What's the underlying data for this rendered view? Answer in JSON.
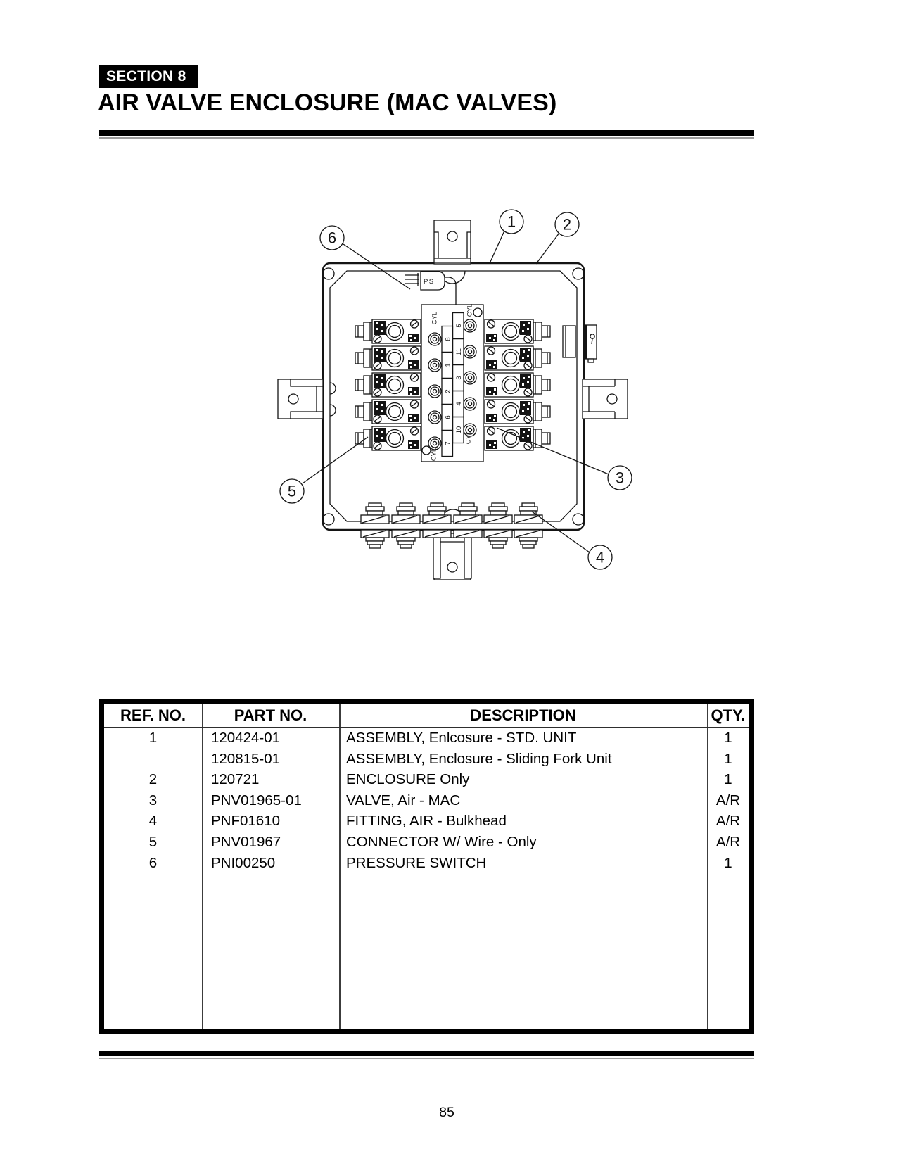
{
  "header": {
    "section_badge": "SECTION 8",
    "title": "AIR VALVE ENCLOSURE (MAC VALVES)"
  },
  "diagram": {
    "callouts": [
      "1",
      "2",
      "3",
      "4",
      "5",
      "6"
    ],
    "labels": {
      "pressure_switch": "P.S",
      "cyl": "CYL"
    },
    "port_numbers_left": [
      "8",
      "1",
      "2",
      "6",
      "7"
    ],
    "port_numbers_right": [
      "5",
      "11",
      "3",
      "4",
      "10"
    ]
  },
  "table": {
    "headers": [
      "REF. NO.",
      "PART NO.",
      "DESCRIPTION",
      "QTY."
    ],
    "rows": [
      {
        "ref": "1",
        "part": "120424-01",
        "desc": "ASSEMBLY, Enlcosure - STD. UNIT",
        "qty": "1"
      },
      {
        "ref": "",
        "part": "120815-01",
        "desc": "ASSEMBLY, Enclosure - Sliding Fork Unit",
        "qty": "1"
      },
      {
        "ref": "2",
        "part": "120721",
        "desc": "ENCLOSURE Only",
        "qty": "1"
      },
      {
        "ref": "3",
        "part": "PNV01965-01",
        "desc": "VALVE, Air - MAC",
        "qty": "A/R"
      },
      {
        "ref": "4",
        "part": "PNF01610",
        "desc": "FITTING, AIR - Bulkhead",
        "qty": "A/R"
      },
      {
        "ref": "5",
        "part": "PNV01967",
        "desc": "CONNECTOR W/ Wire - Only",
        "qty": "A/R"
      },
      {
        "ref": "6",
        "part": "PNI00250",
        "desc": "PRESSURE SWITCH",
        "qty": "1"
      }
    ]
  },
  "footer": {
    "page_number": "85"
  }
}
